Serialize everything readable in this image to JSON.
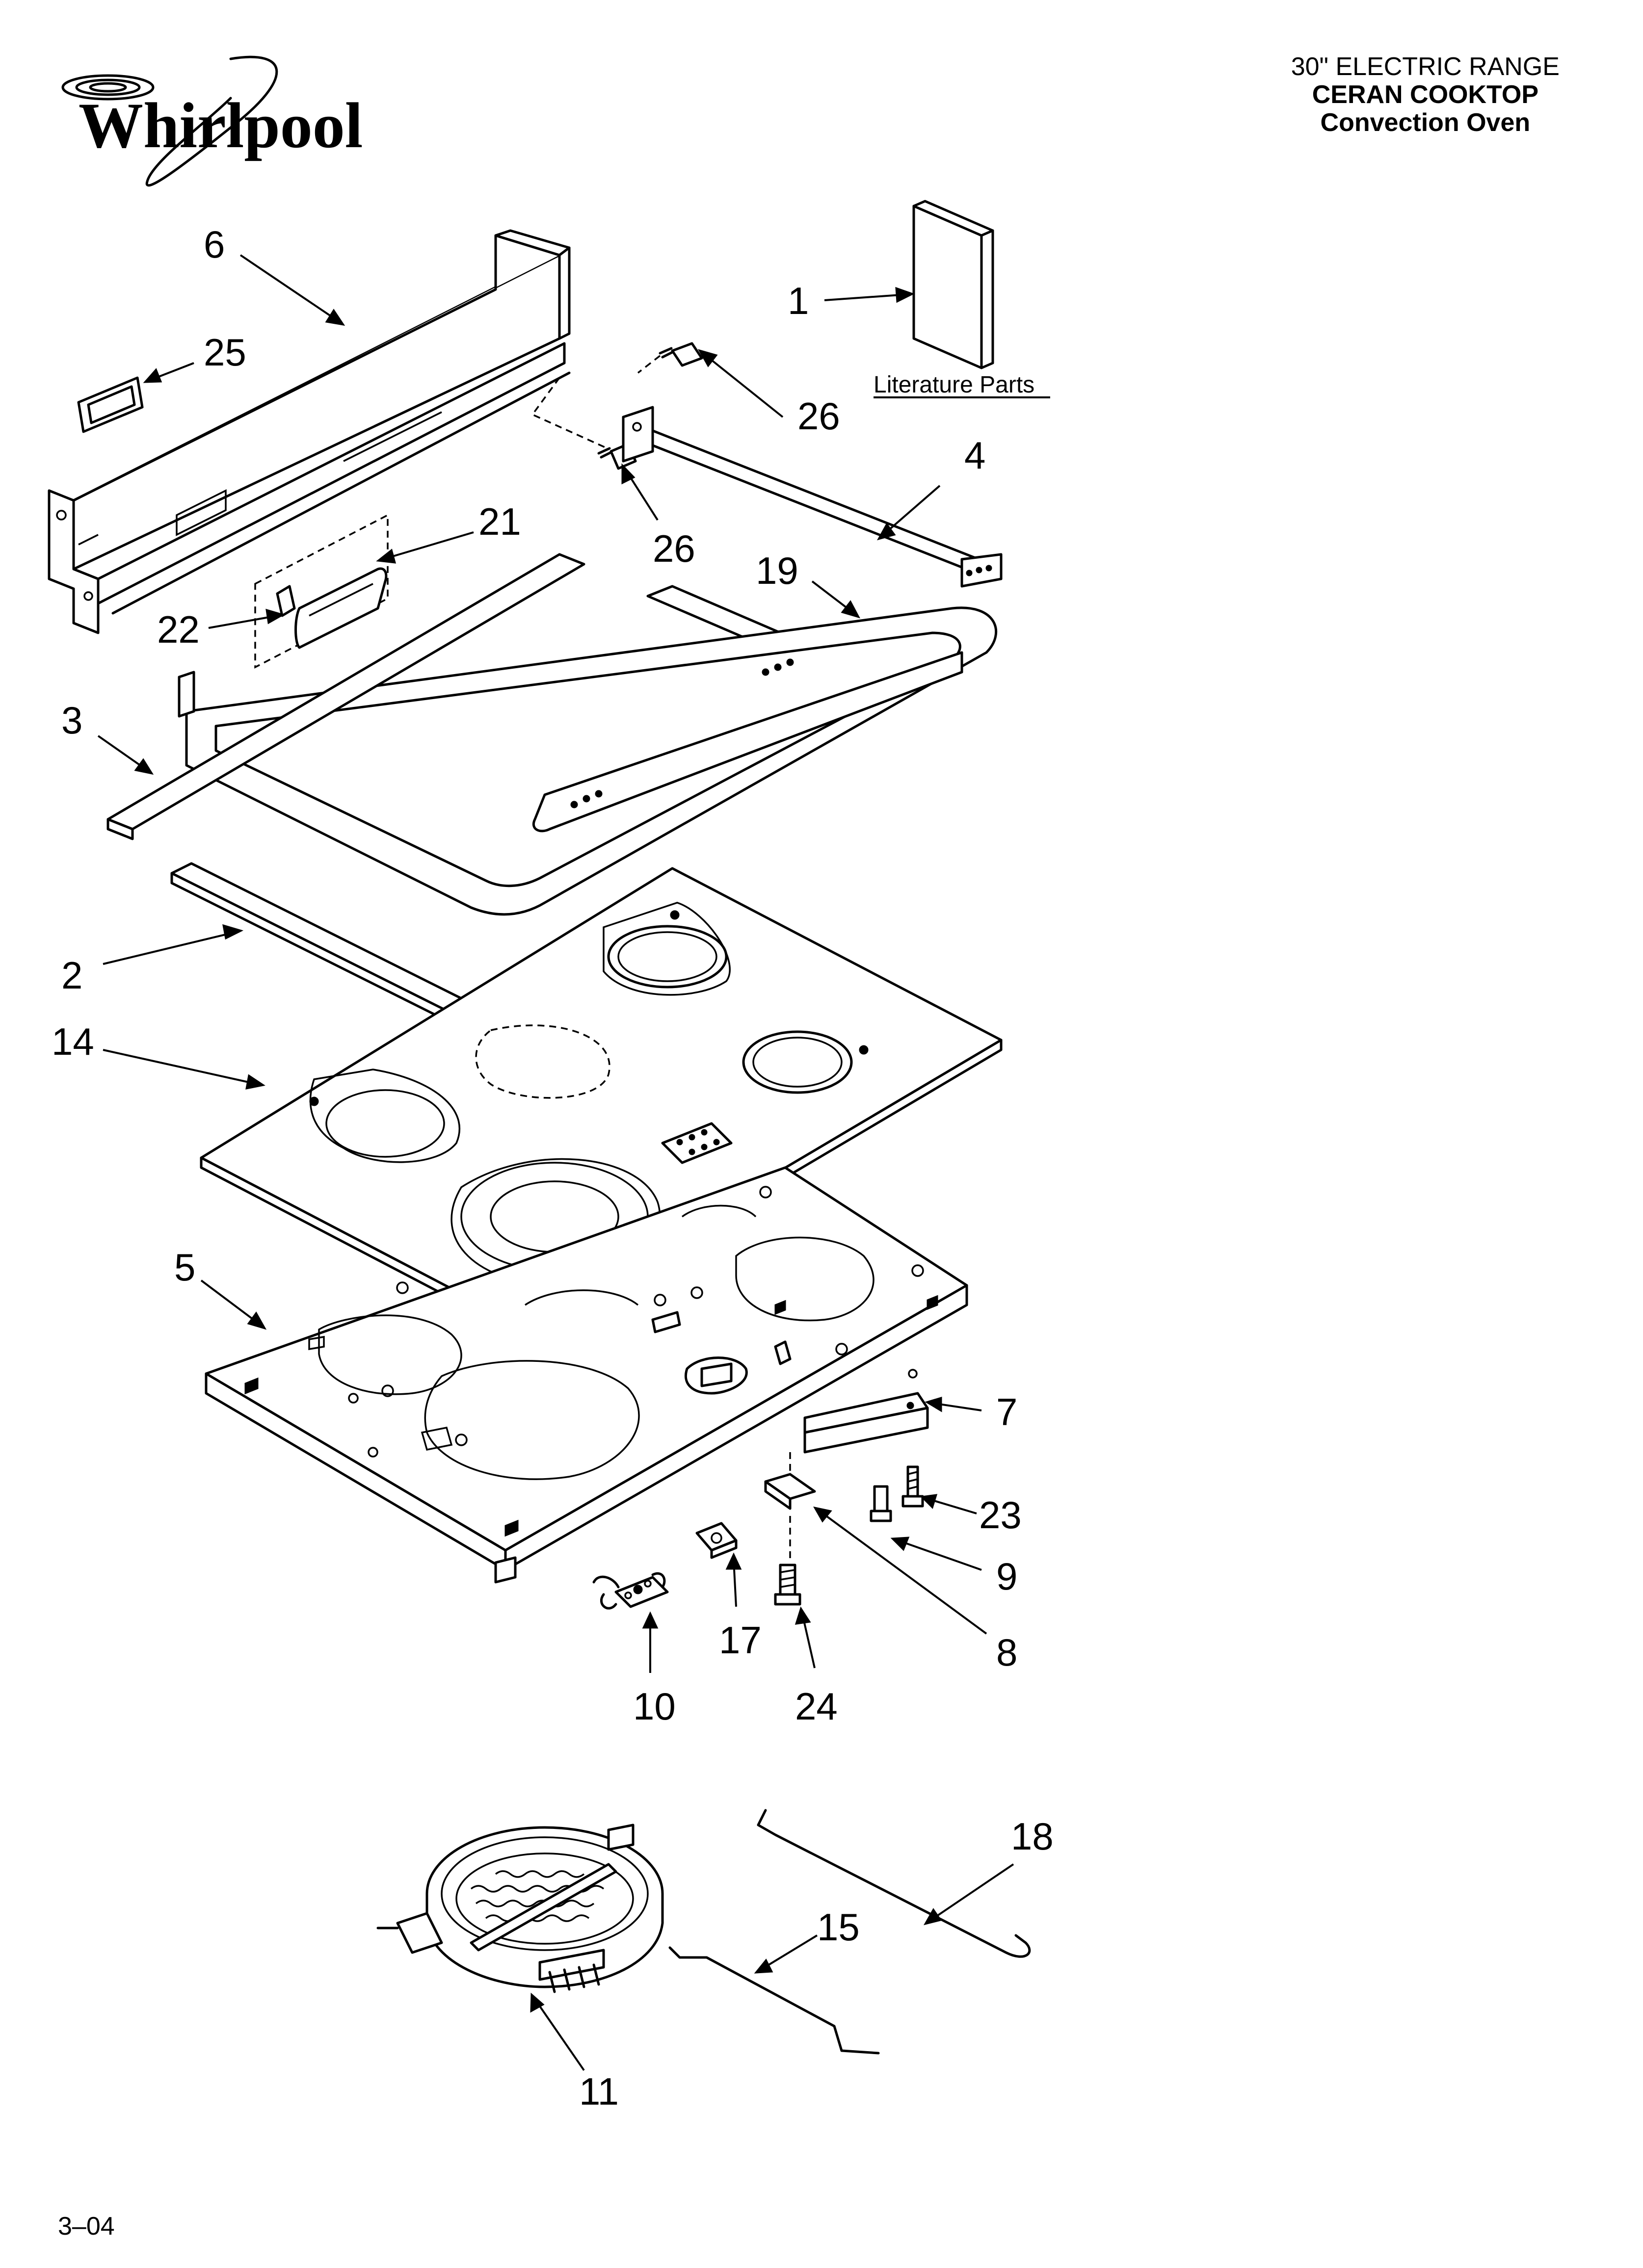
{
  "brand": {
    "logo_text": "Whirlpool"
  },
  "header": {
    "line1": "30\" ELECTRIC RANGE",
    "line2": "CERAN COOKTOP",
    "line3": "Convection Oven"
  },
  "footer": {
    "page_code": "3–04"
  },
  "literature_label": "Literature Parts",
  "callouts": {
    "c1": "1",
    "c2": "2",
    "c3": "3",
    "c4": "4",
    "c5": "5",
    "c6": "6",
    "c7": "7",
    "c8": "8",
    "c9": "9",
    "c10": "10",
    "c11": "11",
    "c14": "14",
    "c15": "15",
    "c17": "17",
    "c18": "18",
    "c19": "19",
    "c21": "21",
    "c22": "22",
    "c23": "23",
    "c24": "24",
    "c25": "25",
    "c26a": "26",
    "c26b": "26"
  }
}
